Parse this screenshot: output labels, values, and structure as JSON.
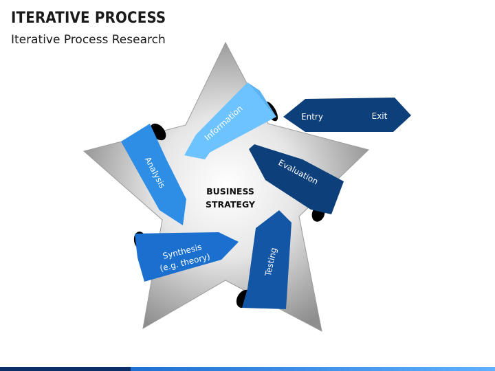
{
  "header": {
    "title": "ITERATIVE PROCESS",
    "subtitle": "Iterative Process Research"
  },
  "diagram": {
    "center_line1": "BUSINESS",
    "center_line2": "STRATEGY",
    "steps": {
      "information": "Information",
      "analysis": "Analysis",
      "evaluation": "Evaluation",
      "synthesis_line1": "Synthesis",
      "synthesis_line2": "(e.g. theory)",
      "testing": "Testing"
    },
    "entry_exit": {
      "entry": "Entry",
      "exit": "Exit"
    }
  },
  "colors": {
    "light_blue": "#6cc3ff",
    "mid_blue": "#2e8ee6",
    "royal_blue": "#1a6fcf",
    "navy": "#0d3f7a",
    "star_gray": "#a8a8a8"
  }
}
